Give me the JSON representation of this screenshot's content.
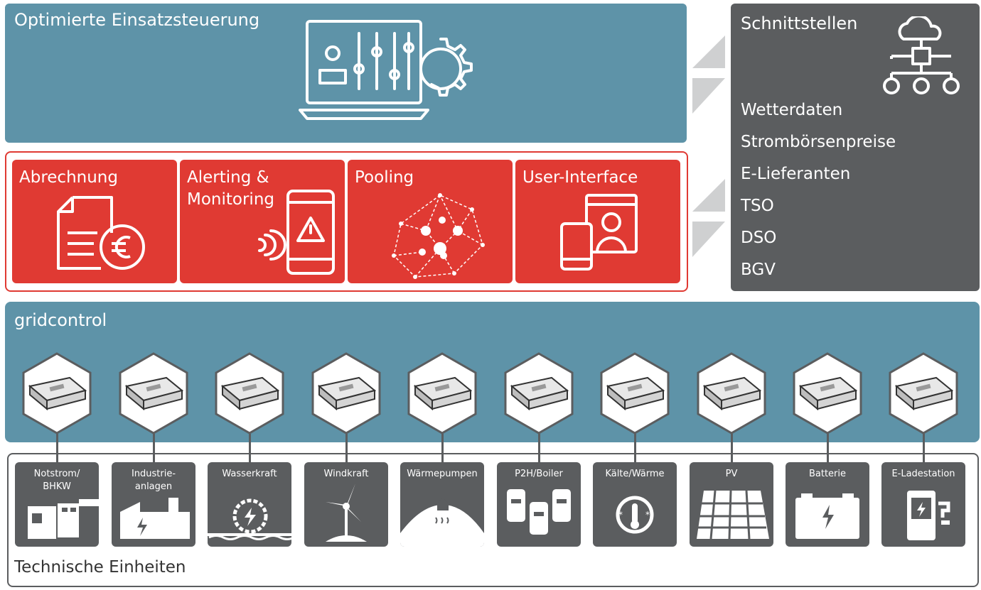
{
  "optimization": {
    "title": "Optimierte Einsatzsteuerung",
    "icon": "laptop-sliders-gear-icon"
  },
  "modules": [
    {
      "label": "Abrechnung",
      "icon": "invoice-euro-icon"
    },
    {
      "label": "Alerting & Monitoring",
      "icon": "phone-alert-icon"
    },
    {
      "label": "Pooling",
      "icon": "network-pool-icon"
    },
    {
      "label": "User-Interface",
      "icon": "user-screen-icon"
    }
  ],
  "interfaces": {
    "title": "Schnittstellen",
    "icon": "cloud-hierarchy-icon",
    "items": [
      "Wetterdaten",
      "Strombörsenpreise",
      "E-Lieferanten",
      "TSO",
      "DSO",
      "BGV"
    ]
  },
  "gridcontrol": {
    "title": "gridcontrol",
    "device_icon": "control-device-icon"
  },
  "units": {
    "title": "Technische Einheiten",
    "items": [
      {
        "label": "Notstrom/\nBHKW",
        "icon": "generator-icon"
      },
      {
        "label": "Industrie-\nanlagen",
        "icon": "factory-icon"
      },
      {
        "label": "Wasserkraft",
        "icon": "water-turbine-icon"
      },
      {
        "label": "Windkraft",
        "icon": "wind-turbine-icon"
      },
      {
        "label": "Wärmepumpen",
        "icon": "heat-pump-icon"
      },
      {
        "label": "P2H/Boiler",
        "icon": "boiler-tanks-icon"
      },
      {
        "label": "Kälte/Wärme",
        "icon": "thermometer-cycle-icon"
      },
      {
        "label": "PV",
        "icon": "solar-panel-icon"
      },
      {
        "label": "Batterie",
        "icon": "battery-icon"
      },
      {
        "label": "E-Ladestation",
        "icon": "ev-charger-icon"
      }
    ]
  },
  "colors": {
    "blue": "#5e93a8",
    "red": "#e03a33",
    "gray": "#5b5d5f",
    "arrow": "#cfd0d1"
  }
}
